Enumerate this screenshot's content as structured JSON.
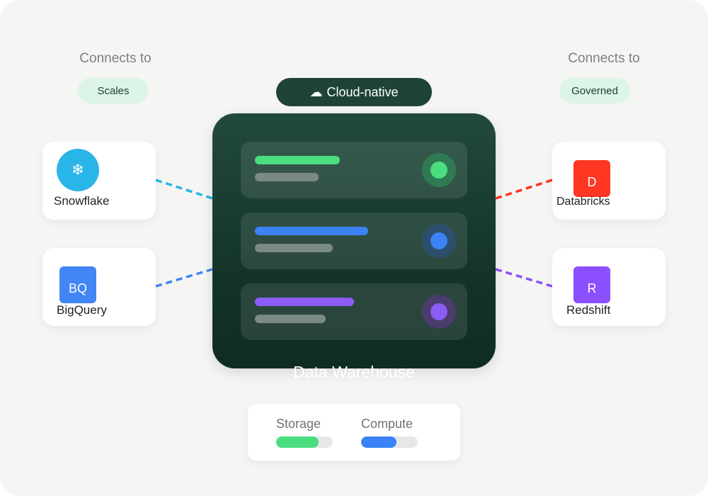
{
  "left_column": {
    "connects_label": "Connects to",
    "pill": "Scales",
    "platforms": [
      {
        "name": "Snowflake",
        "icon": "snowflake-icon",
        "glyph": "❄",
        "color": "#29b5e8",
        "line_color": "#29b5e8"
      },
      {
        "name": "BigQuery",
        "icon": "bigquery-icon",
        "glyph": "BQ",
        "color": "#4285f4",
        "line_color": "#4285f4"
      }
    ]
  },
  "right_column": {
    "connects_label": "Connects to",
    "pill": "Governed",
    "platforms": [
      {
        "name": "Databricks",
        "icon": "databricks-icon",
        "glyph": "D",
        "color": "#ff3621",
        "line_color": "#ff3621"
      },
      {
        "name": "Redshift",
        "icon": "redshift-icon",
        "glyph": "R",
        "color": "#8c4fff",
        "line_color": "#8c4fff"
      }
    ]
  },
  "center": {
    "badge_icon": "☁",
    "badge_text": "Cloud-native",
    "label": "Data Warehouse",
    "rows": [
      {
        "accent": "#4ade80",
        "ring": "#2f7a52"
      },
      {
        "accent": "#3b82f6",
        "ring": "#2e4e6e"
      },
      {
        "accent": "#8b5cf6",
        "ring": "#4a3d6e"
      }
    ]
  },
  "stats": {
    "storage": {
      "label": "Storage",
      "level": 0.75,
      "color": "#4ade80"
    },
    "compute": {
      "label": "Compute",
      "level": 0.62,
      "color": "#3b82f6"
    }
  }
}
